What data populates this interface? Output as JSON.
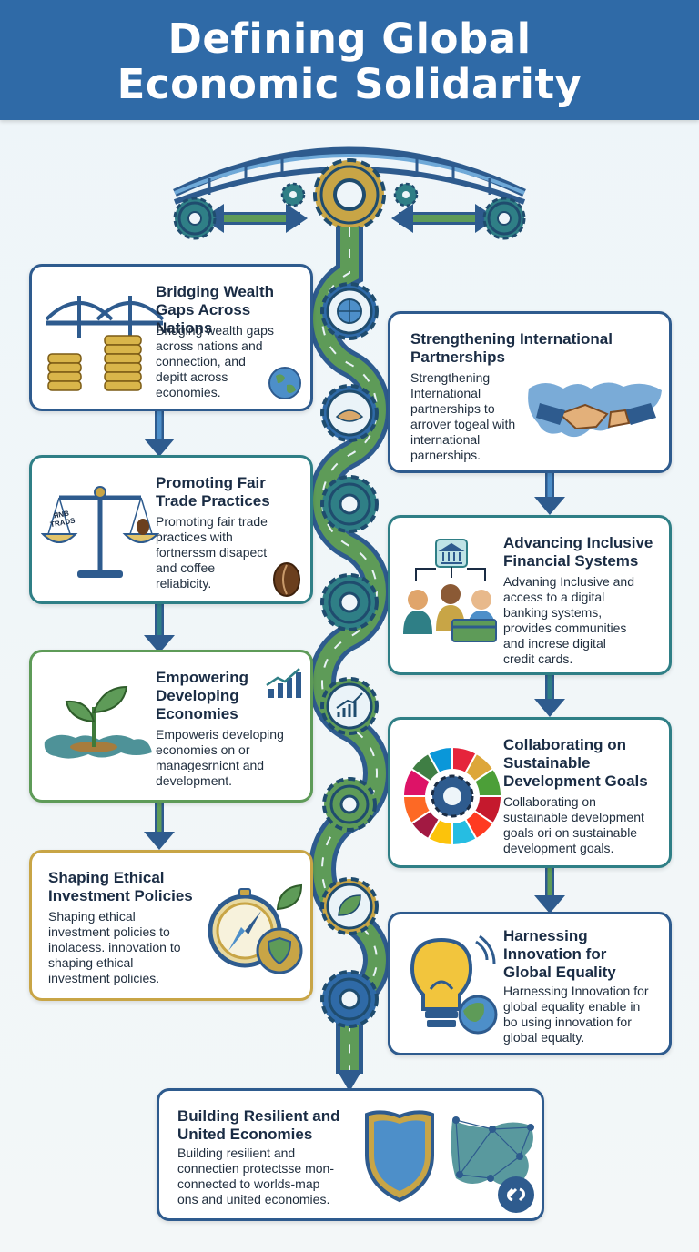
{
  "header": {
    "title_line1": "Defining Global",
    "title_line2": "Economic Solidarity"
  },
  "colors": {
    "header_bg": "#2f6aa7",
    "navy": "#2e5b8e",
    "teal": "#2f7f86",
    "green": "#5e9b58",
    "gold": "#c8a546",
    "sky": "#4d8fc9"
  },
  "cards": {
    "bridging": {
      "title_l1": "Bridging Wealth",
      "title_l2": "Gaps Across Nations",
      "body_l1": "Bridging wealth gaps",
      "body_l2": "across nations and",
      "body_l3": "connection, and",
      "body_l4": "depitt across",
      "body_l5": "economies."
    },
    "fair_trade": {
      "title_l1": "Promoting Fair",
      "title_l2": "Trade Practices",
      "body_l1": "Promoting fair trade",
      "body_l2": "practices with",
      "body_l3": "fortnerssm disapect",
      "body_l4": "and coffee",
      "body_l5": "reliabicity.",
      "scale_label_l1": "ЯNB",
      "scale_label_l2": "TRADS"
    },
    "empowering": {
      "title_l1": "Empowering",
      "title_l2": "Developing",
      "title_l3": "Economies",
      "body_l1": "Empoweris developing",
      "body_l2": "economies on or",
      "body_l3": "managesrnicnt and",
      "body_l4": "development."
    },
    "ethical": {
      "title_l1": "Shaping Ethical",
      "title_l2": "Investment Policies",
      "body_l1": "Shaping ethical",
      "body_l2": "investment policies to",
      "body_l3": "inolacess. innovation to",
      "body_l4": "shaping ethical",
      "body_l5": "investment policies."
    },
    "partnerships": {
      "title_l1": "Strengthening International",
      "title_l2": "Partnerships",
      "body_l1": "Strengthening",
      "body_l2": "International",
      "body_l3": "partnerships to",
      "body_l4": "arrover togeal with",
      "body_l5": "international",
      "body_l6": "parnerships."
    },
    "financial": {
      "title_l1": "Advancing Inclusive",
      "title_l2": "Financial Systems",
      "body_l1": "Advaning Inclusive and",
      "body_l2": "access to a digital",
      "body_l3": "banking systems,",
      "body_l4": "provides communities",
      "body_l5": "and increse digital",
      "body_l6": "credit cards."
    },
    "sdg": {
      "title_l1": "Collaborating on",
      "title_l2": "Sustainable",
      "title_l3": "Development Goals",
      "body_l1": "Collaborating on",
      "body_l2": "sustainable development",
      "body_l3": "goals ori on sustainable",
      "body_l4": "development goals."
    },
    "innovation": {
      "title_l1": "Harnessing",
      "title_l2": "Innovation for",
      "title_l3": "Global Equality",
      "body_l1": "Harnessing Innovation for",
      "body_l2": "global equality enable in",
      "body_l3": "bo using innovation for",
      "body_l4": "global equalty."
    },
    "resilient": {
      "title_l1": "Building Resilient and",
      "title_l2": "United Economies",
      "body_l1": "Building resilient and",
      "body_l2": "connectien protectsse mon-",
      "body_l3": "connected to worlds-map",
      "body_l4": "ons and united economies."
    }
  }
}
